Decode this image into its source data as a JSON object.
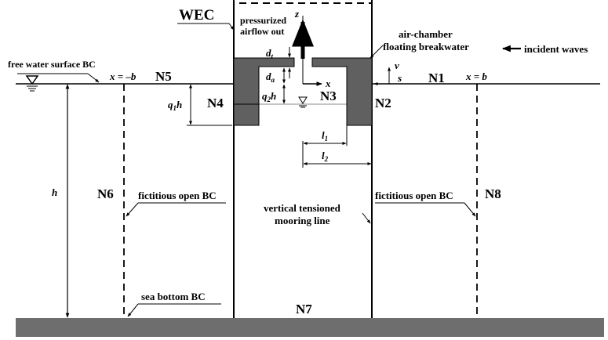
{
  "labels": {
    "wec": "WEC",
    "pressurized": "pressurized",
    "airflow_out": "airflow out",
    "z_axis": "z",
    "x_axis": "x",
    "d_t": "d",
    "d_t_sub": "t",
    "d_a": "d",
    "d_a_sub": "a",
    "q2h": "q",
    "q2h_sub": "2",
    "q2h_h": "h",
    "q1h": "q",
    "q1h_sub": "1",
    "q1h_h": "h",
    "air_chamber": "air-chamber",
    "floating_breakwater": "floating breakwater",
    "incident_waves": "incident waves",
    "free_surface_bc": "free water surface BC",
    "x_neg_b": "x = –b",
    "x_pos_b": "x = b",
    "nu": "ν",
    "s": "s",
    "n1": "N1",
    "n2": "N2",
    "n3": "N3",
    "n4": "N4",
    "n5": "N5",
    "n6": "N6",
    "n7": "N7",
    "n8": "N8",
    "l1": "l",
    "l1_sub": "1",
    "l2": "l",
    "l2_sub": "2",
    "h": "h",
    "open_bc_left": "fictitious open BC",
    "open_bc_right": "fictitious open BC",
    "mooring_1": "vertical tensioned",
    "mooring_2": "mooring line",
    "sea_bottom_bc": "sea bottom BC"
  },
  "colors": {
    "structure_fill": "#606060",
    "sea_bed": "#6e6e6e",
    "line": "#000000"
  }
}
